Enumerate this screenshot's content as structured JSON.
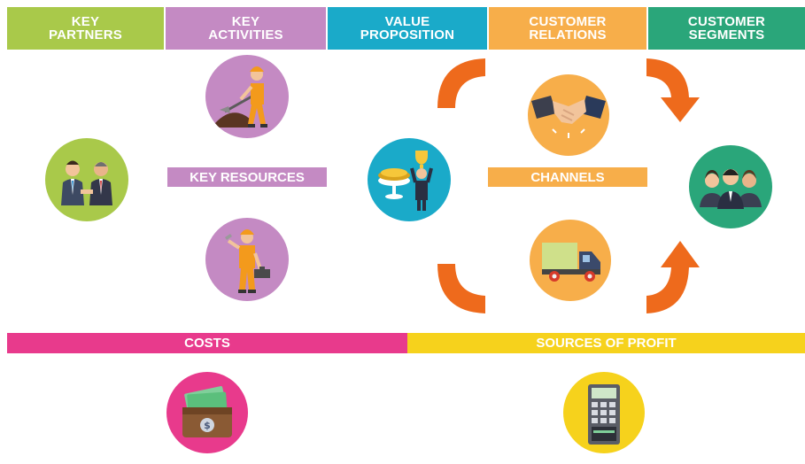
{
  "colors": {
    "key_partners": "#a9c94a",
    "key_activities": "#c48ac3",
    "value_proposition": "#1aaac9",
    "customer_relations": "#f7ae4a",
    "customer_segments": "#2aa67a",
    "costs": "#e83a8c",
    "sources_of_profit": "#f6d21c",
    "arrow": "#ee6a1c"
  },
  "headers": {
    "key_partners": [
      "KEY",
      "PARTNERS"
    ],
    "key_activities": [
      "KEY",
      "ACTIVITIES"
    ],
    "value_proposition": [
      "VALUE",
      "PROPOSITION"
    ],
    "customer_relations": [
      "CUSTOMER",
      "RELATIONS"
    ],
    "customer_segments": [
      "CUSTOMER",
      "SEGMENTS"
    ]
  },
  "labels": {
    "key_resources": "KEY RESOURCES",
    "channels": "CHANNELS",
    "costs": "COSTS",
    "sources_of_profit": "SOURCES OF PROFIT"
  },
  "icons": {
    "partners": "handshake-businessmen-icon",
    "activities": "digging-worker-icon",
    "resources": "worker-with-toolbox-icon",
    "value": "trophy-coin-businessman-icon",
    "relations": "handshake-icon",
    "channels": "delivery-truck-icon",
    "segments": "customer-group-icon",
    "costs": "wallet-money-icon",
    "profit": "cash-register-icon"
  }
}
